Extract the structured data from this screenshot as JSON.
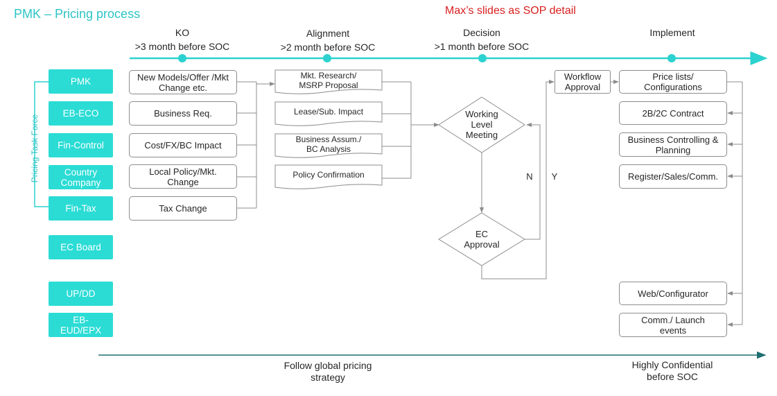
{
  "header": {
    "title": "PMK – Pricing process",
    "note": "Max’s slides as SOP detail"
  },
  "phases": [
    {
      "name": "KO",
      "timing": ">3 month before SOC"
    },
    {
      "name": "Alignment",
      "timing": ">2 month before SOC"
    },
    {
      "name": "Decision",
      "timing": ">1 month before SOC"
    },
    {
      "name": "Implement",
      "timing": ""
    }
  ],
  "task_force_label": "Pricing Task Force",
  "roles": [
    "PMK",
    "EB-ECO",
    "Fin-Control",
    "Country Company",
    "Fin-Tax",
    "EC Board",
    "UP/DD",
    "EB- EUD/EPX"
  ],
  "ko_items": [
    "New Models/Offer /Mkt Change etc.",
    "Business Req.",
    "Cost/FX/BC Impact",
    "Local Policy/Mkt. Change",
    "Tax Change"
  ],
  "alignment_items": [
    "Mkt. Research/ MSRP Proposal",
    "Lease/Sub. Impact",
    "Business Assum./ BC Analysis",
    "Policy Confirmation"
  ],
  "decision": {
    "meeting": "Working Level Meeting",
    "approval": "EC Approval",
    "no_label": "N",
    "yes_label": "Y"
  },
  "workflow": "Workflow Approval",
  "implement_items": [
    "Price lists/ Configurations",
    "2B/2C Contract",
    "Business Controlling & Planning",
    "Register/Sales/Comm.",
    "Web/Configurator",
    "Comm./ Launch events"
  ],
  "footer": {
    "left": "Follow global pricing strategy",
    "right": "Highly Confidential before SOC"
  },
  "colors": {
    "teal": "#2bdcd5",
    "title_teal": "#2ec4c4",
    "note_red": "#d81e1e",
    "line_gray": "#8c8c8c"
  }
}
